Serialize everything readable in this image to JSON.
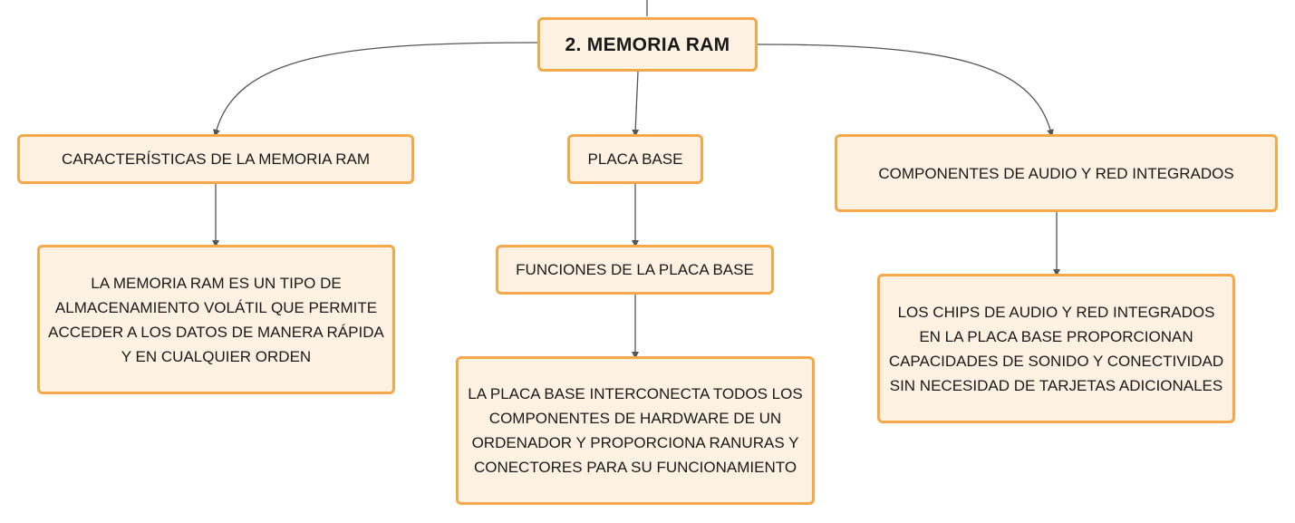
{
  "diagram": {
    "root": {
      "title": "2. MEMORIA RAM"
    },
    "branches": [
      {
        "label": "CARACTERÍSTICAS DE LA MEMORIA RAM",
        "detail": "LA MEMORIA RAM ES UN TIPO DE ALMACENAMIENTO VOLÁTIL QUE PERMITE ACCEDER A LOS DATOS DE MANERA RÁPIDA Y EN CUALQUIER ORDEN"
      },
      {
        "label": "PLACA BASE",
        "sub_label": "FUNCIONES DE LA PLACA BASE",
        "detail": "LA PLACA BASE INTERCONECTA TODOS LOS COMPONENTES DE HARDWARE DE UN ORDENADOR Y PROPORCIONA RANURAS Y CONECTORES PARA SU FUNCIONAMIENTO"
      },
      {
        "label": "COMPONENTES DE AUDIO Y RED INTEGRADOS",
        "detail": "LOS CHIPS DE AUDIO Y RED INTEGRADOS EN LA PLACA BASE PROPORCIONAN CAPACIDADES DE SONIDO Y CONECTIVIDAD SIN NECESIDAD DE TARJETAS ADICIONALES"
      }
    ]
  },
  "colors": {
    "node_fill": "#fdf1e2",
    "node_border": "#f3a84a",
    "connector": "#555555",
    "text": "#1a1a1a"
  }
}
